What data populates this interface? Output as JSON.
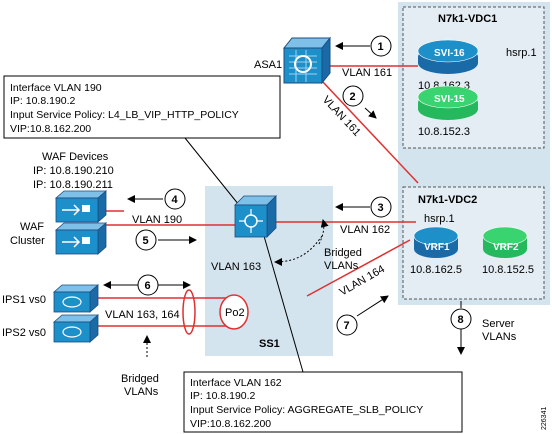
{
  "colors": {
    "zone": "#d3e4ee",
    "vdc_fill": "#e3edf3",
    "link": "#e03030",
    "blue_device": "#1d8fc9",
    "green_device": "#39d46f"
  },
  "vdc1": {
    "title": "N7k1-VDC1",
    "hsrp": "hsrp.1",
    "svi16_label": "SVI-16",
    "svi16_ip": "10.8.162.3",
    "svi15_label": "SVI-15",
    "svi15_ip": "10.8.152.3"
  },
  "vdc2": {
    "title": "N7k1-VDC2",
    "hsrp": "hsrp.1",
    "vrf1_label": "VRF1",
    "vrf1_ip": "10.8.162.5",
    "vrf2_label": "VRF2",
    "vrf2_ip": "10.8.152.5"
  },
  "asa": {
    "label": "ASA1",
    "vlan_161_h": "VLAN 161",
    "vlan_161_diag": "VLAN 161"
  },
  "callout_top": {
    "line1": "Interface VLAN 190",
    "line2": "IP: 10.8.190.2",
    "line3": "Input Service Policy:  L4_LB_VIP_HTTP_POLICY",
    "line4": "VIP:10.8.162.200"
  },
  "callout_bottom": {
    "line1": "Interface VLAN 162",
    "line2": "IP: 10.8.190.2",
    "line3": "Input Service Policy: AGGREGATE_SLB_POLICY",
    "line4": "VIP:10.8.162.200"
  },
  "waf": {
    "title": "WAF Devices",
    "ip1": "IP: 10.8.190.210",
    "ip2": "IP: 10.8.190.211",
    "cluster_line1": "WAF",
    "cluster_line2": "Cluster",
    "vlan": "VLAN 190"
  },
  "ss1": {
    "label": "SS1",
    "vlan163": "VLAN 163",
    "vlan162": "VLAN 162",
    "bridged_line1": "Bridged",
    "bridged_line2": "VLANs"
  },
  "ips": {
    "ips1": "IPS1 vs0",
    "ips2": "IPS2 vs0",
    "vlans": "VLAN 163, 164",
    "po": "Po2",
    "bridged_line1": "Bridged",
    "bridged_line2": "VLANs"
  },
  "vlan164": "VLAN 164",
  "server_vlans": {
    "line1": "Server",
    "line2": "VLANs"
  },
  "steps": [
    "1",
    "2",
    "3",
    "4",
    "5",
    "6",
    "7",
    "8"
  ],
  "figure_id": "226341"
}
